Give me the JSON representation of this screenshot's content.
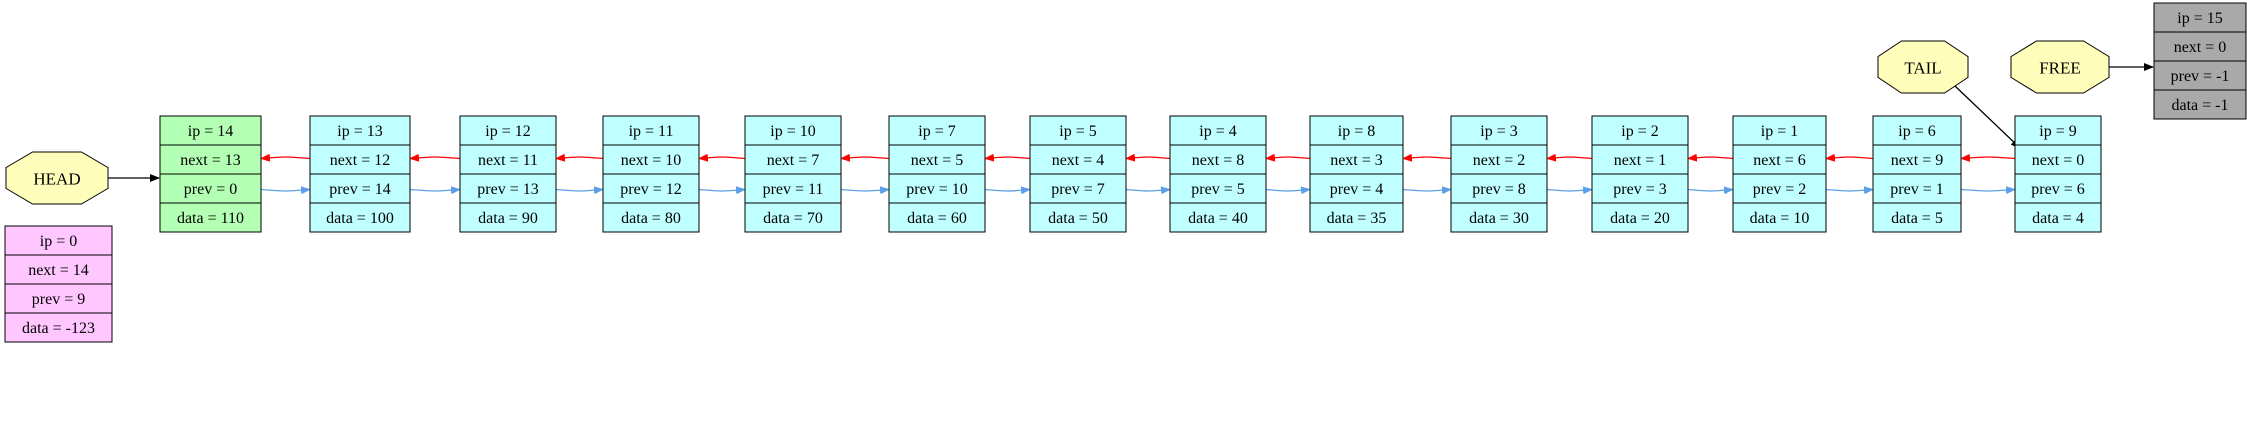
{
  "colors": {
    "chain_fill": "#bfffff",
    "head_node_fill": "#b3ffb3",
    "zero_node_fill": "#ffc6ff",
    "free_node_fill": "#a9a9a9",
    "label_fill": "#ffffbb",
    "next_arrow": "#ff0000",
    "prev_arrow": "#5b9fe8",
    "outline": "#000000"
  },
  "labels": {
    "head": "HEAD",
    "tail": "TAIL",
    "free": "FREE"
  },
  "chain": [
    {
      "ip": "ip = 14",
      "next": "next = 13",
      "prev": "prev = 0",
      "data": "data = 110",
      "kind": "head"
    },
    {
      "ip": "ip = 13",
      "next": "next = 12",
      "prev": "prev = 14",
      "data": "data = 100",
      "kind": "chain"
    },
    {
      "ip": "ip = 12",
      "next": "next = 11",
      "prev": "prev = 13",
      "data": "data = 90",
      "kind": "chain"
    },
    {
      "ip": "ip = 11",
      "next": "next = 10",
      "prev": "prev = 12",
      "data": "data = 80",
      "kind": "chain"
    },
    {
      "ip": "ip = 10",
      "next": "next = 7",
      "prev": "prev = 11",
      "data": "data = 70",
      "kind": "chain"
    },
    {
      "ip": "ip = 7",
      "next": "next = 5",
      "prev": "prev = 10",
      "data": "data = 60",
      "kind": "chain"
    },
    {
      "ip": "ip = 5",
      "next": "next = 4",
      "prev": "prev = 7",
      "data": "data = 50",
      "kind": "chain"
    },
    {
      "ip": "ip = 4",
      "next": "next = 8",
      "prev": "prev = 5",
      "data": "data = 40",
      "kind": "chain"
    },
    {
      "ip": "ip = 8",
      "next": "next = 3",
      "prev": "prev = 4",
      "data": "data = 35",
      "kind": "chain"
    },
    {
      "ip": "ip = 3",
      "next": "next = 2",
      "prev": "prev = 8",
      "data": "data = 30",
      "kind": "chain"
    },
    {
      "ip": "ip = 2",
      "next": "next = 1",
      "prev": "prev = 3",
      "data": "data = 20",
      "kind": "chain"
    },
    {
      "ip": "ip = 1",
      "next": "next = 6",
      "prev": "prev = 2",
      "data": "data = 10",
      "kind": "chain"
    },
    {
      "ip": "ip = 6",
      "next": "next = 9",
      "prev": "prev = 1",
      "data": "data = 5",
      "kind": "chain"
    },
    {
      "ip": "ip = 9",
      "next": "next = 0",
      "prev": "prev = 6",
      "data": "data = 4",
      "kind": "chain"
    }
  ],
  "zero_node": {
    "ip": "ip = 0",
    "next": "next = 14",
    "prev": "prev = 9",
    "data": "data = -123"
  },
  "free_node": {
    "ip": "ip = 15",
    "next": "next = 0",
    "prev": "prev = -1",
    "data": "data = -1"
  }
}
